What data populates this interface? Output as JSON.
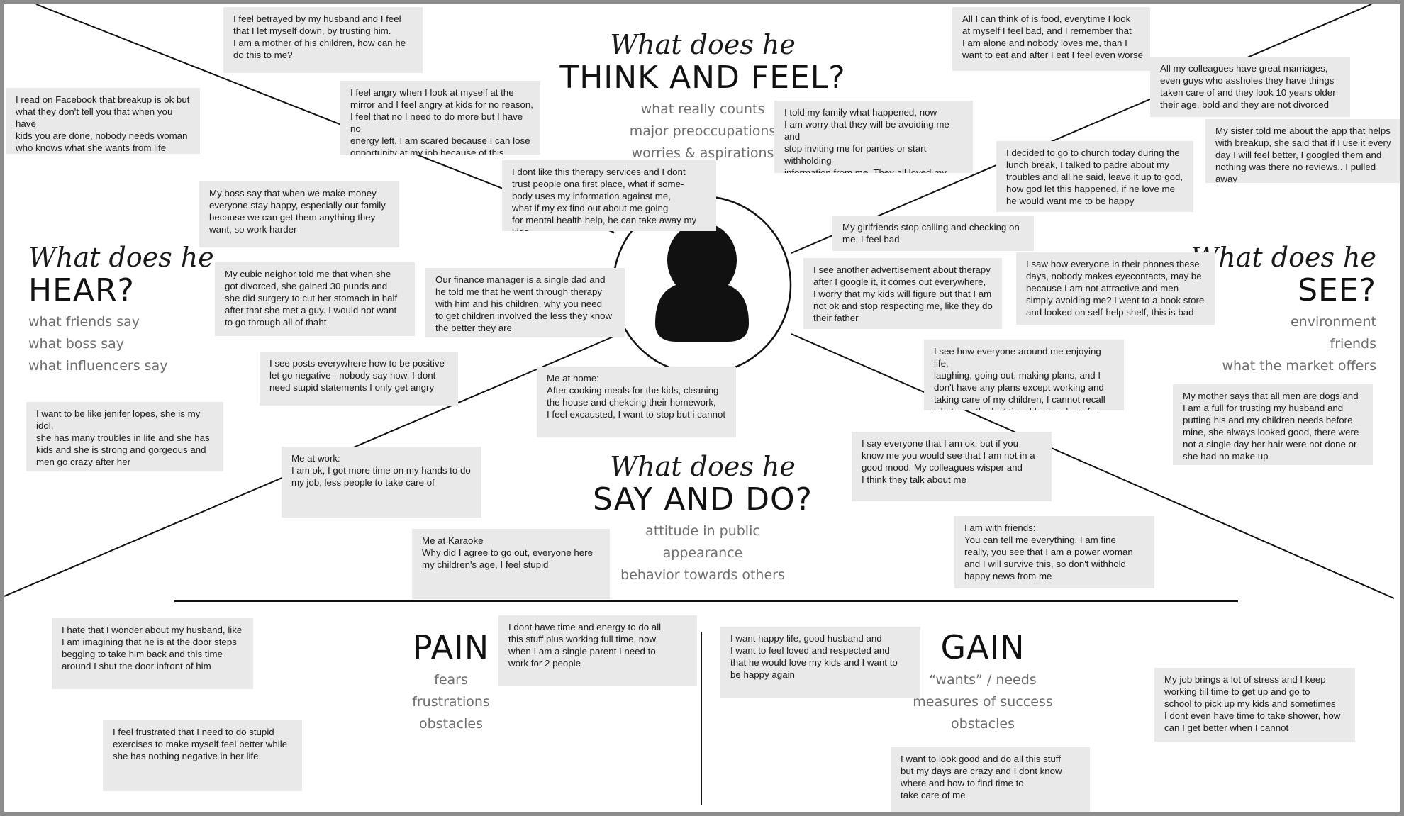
{
  "quadrants": {
    "think_feel": {
      "intro": "What does he",
      "title": "THINK AND FEEL?",
      "sub": [
        "what really counts",
        "major preoccupations",
        "worries & aspirations"
      ]
    },
    "hear": {
      "intro": "What does he",
      "title": "HEAR?",
      "sub": [
        "what friends say",
        "what boss say",
        "what influencers say"
      ]
    },
    "see": {
      "intro": "What does he",
      "title": "SEE?",
      "sub": [
        "environment",
        "friends",
        "what the market offers"
      ]
    },
    "say_do": {
      "intro": "What does he",
      "title": "SAY AND DO?",
      "sub": [
        "attitude in public",
        "appearance",
        "behavior towards others"
      ]
    }
  },
  "pain": {
    "title": "PAIN",
    "sub": [
      "fears",
      "frustrations",
      "obstacles"
    ]
  },
  "gain": {
    "title": "GAIN",
    "sub": [
      "“wants” / needs",
      "measures of success",
      "obstacles"
    ]
  },
  "center_icon": "person-icon",
  "colors": {
    "note_bg": "#e9e9e9",
    "line": "#111111",
    "muted_text": "#6e6e6e",
    "frame": "#8c8c8c"
  },
  "notes": {
    "n01": "I feel betrayed by my husband and I feel\nthat I let myself down, by trusting him.\nI am a mother of his children, how can he\ndo this to me?",
    "n02": "I read on Facebook that breakup is ok but\nwhat they don't tell you that when you have\nkids you are done, nobody needs woman\nwho knows what she wants from life",
    "n03": "I feel angry when I look at myself at the\nmirror and I feel angry at kids for no reason,\nI feel that no I need to do more but I have no\nenergy left, I am scared because I can lose\nopportunity at my job because of this.",
    "n04": "I dont like this therapy services and I dont\ntrust people ona first place, what if some-\nbody uses my information against me,\nwhat if my ex find out about me going\nfor mental health help, he can take away my kids",
    "n05": "My boss say that when we make money\neveryone stay happy, especially our family\nbecause we can get them anything they\nwant, so work harder",
    "n06": "My cubic neighor told me that when she\ngot divorced, she gained 30 punds and\nshe did surgery to cut her stomach in half\nafter that she met a guy. I would not want\nto go through all of thaht",
    "n07": "Our finance manager is a single dad and\nhe told me that he went through therapy\nwith him and his children, why you need\nto get children involved the less they know\nthe better they are",
    "n08": "I see posts everywhere how to be positive\nlet go negative - nobody say how, I dont\nneed stupid statements I only get angry",
    "n09": "I want to be like jenifer lopes, she is my idol,\nshe has many troubles in life and she has\nkids and she is strong and gorgeous and\nmen go crazy after her",
    "n10": "Me at work:\nI am ok, I got more time on my hands to do\nmy job, less people to take care of",
    "n11": "Me at home:\nAfter cooking meals for the kids, cleaning\nthe house and chekcing their homework,\nI feel excausted, I want to stop but i cannot",
    "n12": "Me at Karaoke\nWhy did I agree to go out, everyone here\nmy children's age, I feel stupid",
    "n13": "All I can think of is food, everytime I look\nat myself I feel bad, and I remember that\nI am alone and nobody loves me, than I\nwant to eat and after I eat I feel even worse",
    "n14": "All my colleagues have great marriages,\neven guys who assholes they have things\ntaken care of and they look 10 years older\ntheir age, bold and they are not divorced",
    "n15": "My sister told me about the app that helps\nwith breakup, she said that if I use it every\nday I will feel better, I googled them and\nnothing was there no reviews.. I pulled away",
    "n16": "I told my family what happened, now\nI am worry that they will be avoiding me and\nstop inviting me for parties or start withholding\ninformation from me. They all loved my\nhusband, what if they will pick his side",
    "n17": "I decided to go to church today during the\nlunch break, I talked to padre about my\ntroubles and all he said, leave it up to god,\nhow god let this happened, if he love me\nhe would want me to be happy",
    "n18": "My girlfriends stop calling and checking on\nme, I feel bad",
    "n19": "I see another advertisement about therapy\nafter I google it, it comes out everywhere,\nI worry that my kids will figure out that I am\nnot ok and stop respecting me, like they do\ntheir father",
    "n20": "I saw how everyone in their phones these\ndays, nobody makes eyecontacts, may be\nbecause I am not attractive and men\nsimply avoiding me? I went to a book store\nand looked on self-help shelf, this is bad",
    "n21": "I see how everyone around me enjoying life,\nlaughing, going out, making plans, and I\ndon't have any plans except working and\ntaking care of my children, I cannot recall\nwhat was the last time I had an hour for myself",
    "n22": "My mother says that all men are dogs and\nI am a full for trusting my husband and\nputting his and my children needs before\nmine, she always looked good, there were\nnot a single day her hair were not done or\nshe had no make up",
    "n23": "I say everyone that I am ok, but if you\nknow me you would see that I am not in a\ngood mood. My colleagues wisper and\nI think they talk about me",
    "n24": "I am with friends:\nYou can tell me everything, I am fine\nreally, you see that I am a power woman\nand I will survive this, so don't withhold\nhappy news from me",
    "n25": "I hate that I wonder about my husband, like\nI am imagining that he is at the door steps\nbegging to take him back and this time\naround I shut the door infront of him",
    "n26": "I dont have time and energy to do all\nthis stuff plus working full time, now\nwhen I am a single parent I need to\nwork for 2 people",
    "n27": "I feel frustrated that I need to do stupid\nexercises to make myself feel better while\nshe has nothing  negative in her life.",
    "n28": "I want happy life, good husband and\nI want to feel loved and respected and\nthat he would love my kids and I want to\nbe happy again",
    "n29": "My job brings a lot of stress and I keep\nworking till time to get up and go to\nschool to pick up my kids and sometimes\nI dont even have time to take shower, how\ncan I get better when I cannot",
    "n30": "I want to look good and do all this stuff\nbut my days are crazy and I dont know\nwhere and how to find time to\ntake care of me"
  }
}
